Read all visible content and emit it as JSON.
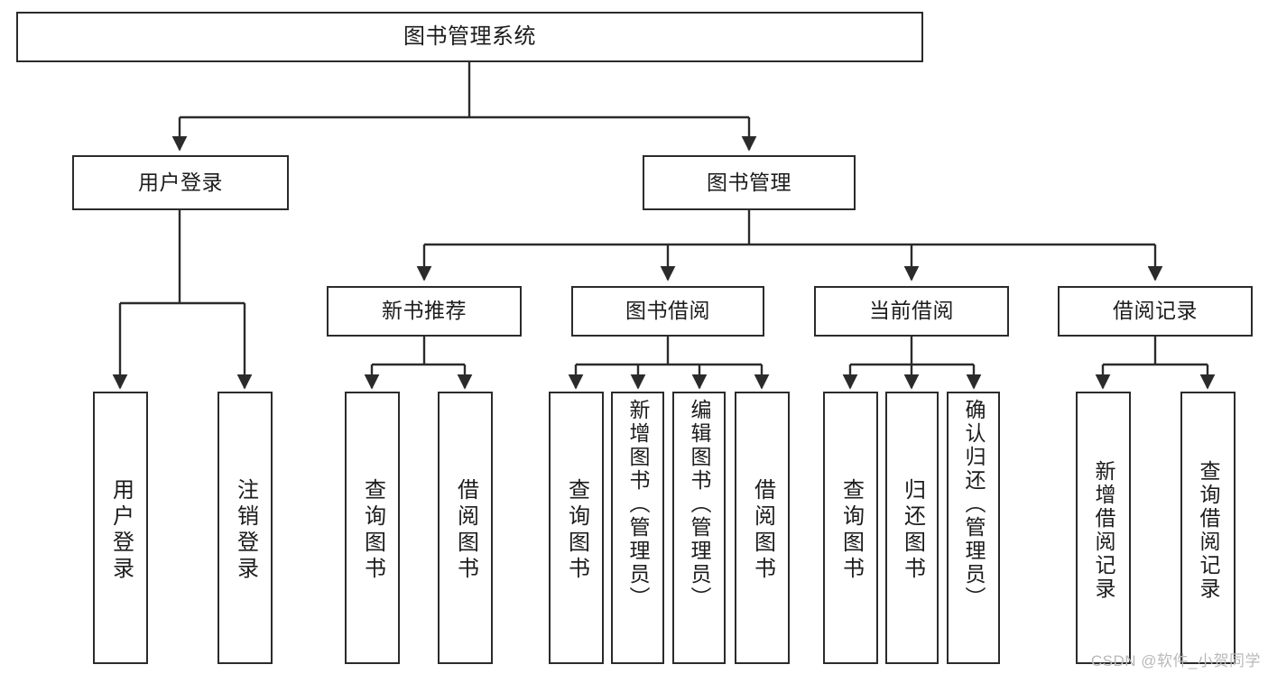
{
  "diagram": {
    "title": "图书管理系统",
    "type": "tree",
    "orientation": "top-down",
    "line_color": "#2b2b2b",
    "node_fill": "#ffffff",
    "text_color": "#1c1c1c",
    "background": "#ffffff"
  },
  "nodes": {
    "root": {
      "label": "图书管理系统"
    },
    "level2": [
      {
        "label": "用户登录"
      },
      {
        "label": "图书管理"
      }
    ],
    "level3": [
      {
        "label": "新书推荐"
      },
      {
        "label": "图书借阅"
      },
      {
        "label": "当前借阅"
      },
      {
        "label": "借阅记录"
      }
    ],
    "leaves": {
      "user_login": [
        {
          "label": "用户登录"
        },
        {
          "label": "注销登录"
        }
      ],
      "new_book": [
        {
          "label": "查询图书"
        },
        {
          "label": "借阅图书"
        }
      ],
      "borrow_book": [
        {
          "label": "查询图书"
        },
        {
          "label": "新增图书（管理员）"
        },
        {
          "label": "编辑图书（管理员）"
        },
        {
          "label": "借阅图书"
        }
      ],
      "current_borrow": [
        {
          "label": "查询图书"
        },
        {
          "label": "归还图书"
        },
        {
          "label": "确认归还（管理员）"
        }
      ],
      "borrow_record": [
        {
          "label": "新增借阅记录"
        },
        {
          "label": "查询借阅记录"
        }
      ]
    }
  },
  "watermark": {
    "text": "CSDN @软件_小贺同学"
  }
}
